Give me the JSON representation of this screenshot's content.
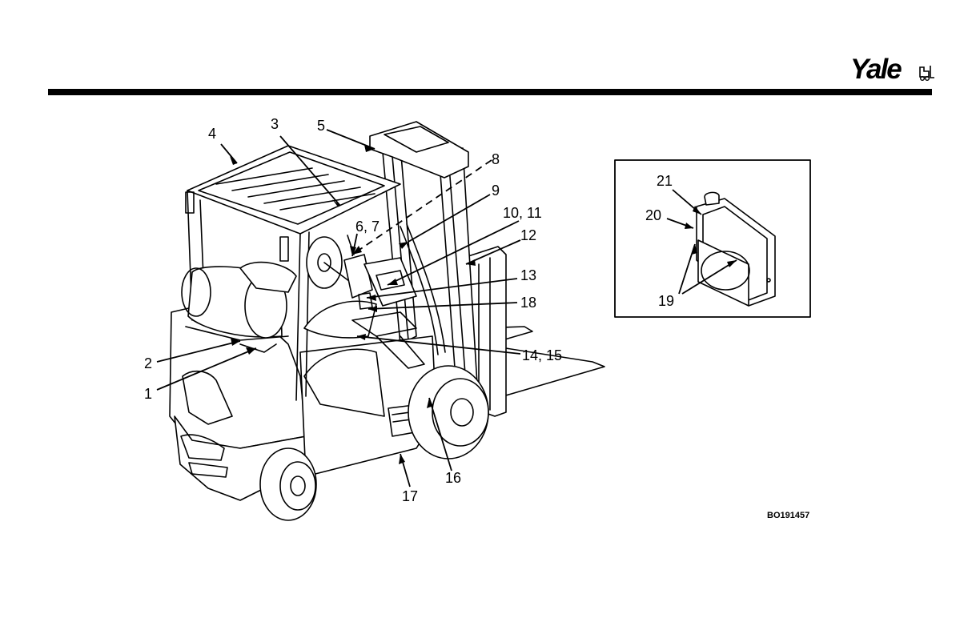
{
  "brand": {
    "name": "Yale"
  },
  "figure_code": "BO191457",
  "callouts": {
    "c1": "1",
    "c2": "2",
    "c3": "3",
    "c4": "4",
    "c5": "5",
    "c6_7": "6, 7",
    "c8": "8",
    "c9": "9",
    "c10_11": "10, 11",
    "c12": "12",
    "c13": "13",
    "c14_15": "14, 15",
    "c16": "16",
    "c17": "17",
    "c18": "18",
    "c19": "19",
    "c20": "20",
    "c21": "21"
  }
}
